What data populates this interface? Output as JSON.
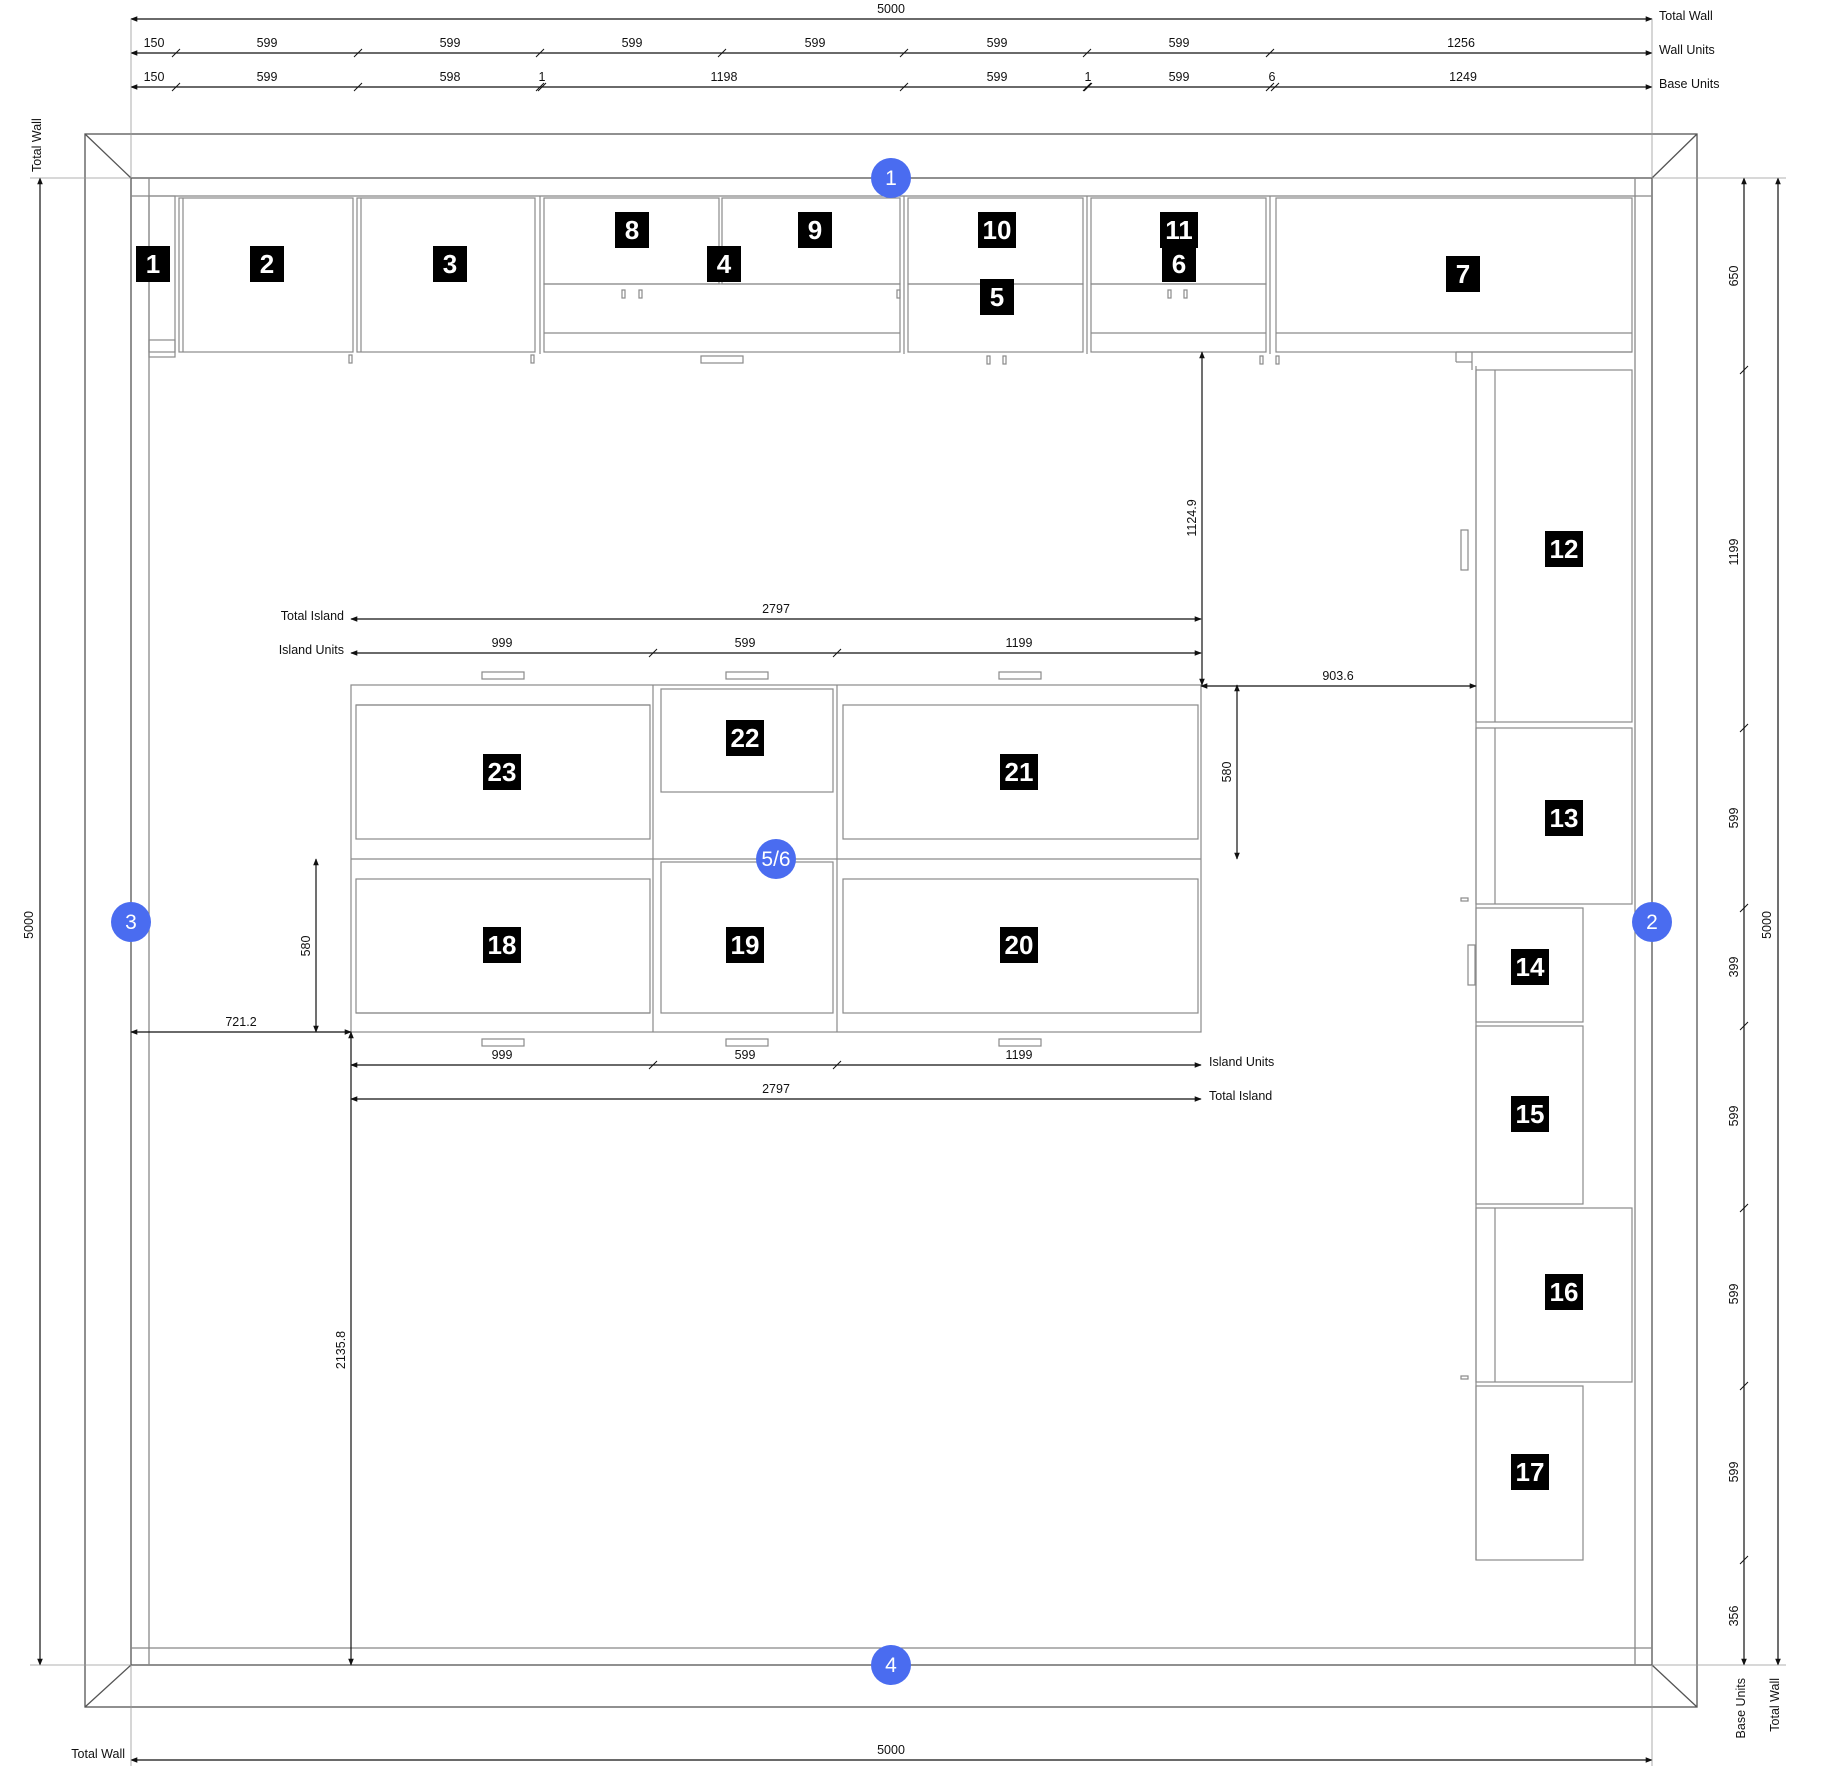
{
  "title": "",
  "dimension_labels": {
    "total_wall": "Total Wall",
    "wall_units": "Wall Units",
    "base_units": "Base Units",
    "total_island": "Total Island",
    "island_units": "Island Units"
  },
  "top": {
    "total_wall": "5000",
    "wall_units": [
      "150",
      "599",
      "599",
      "599",
      "599",
      "599",
      "599",
      "1256"
    ],
    "base_units": [
      "150",
      "599",
      "598",
      "1",
      "1198",
      "599",
      "1",
      "599",
      "6",
      "1249"
    ]
  },
  "bottom": {
    "total_wall": "5000"
  },
  "left": {
    "total_wall": "5000"
  },
  "right": {
    "total_wall": "5000",
    "base_units": [
      "650",
      "1199",
      "599",
      "399",
      "599",
      "599",
      "599",
      "356"
    ]
  },
  "island": {
    "top_total": "2797",
    "top_units": [
      "999",
      "599",
      "1199"
    ],
    "bottom_units": [
      "999",
      "599",
      "1199"
    ],
    "bottom_total": "2797",
    "depth_right": "580",
    "depth_left": "580",
    "gap_to_right_run": "903.6",
    "gap_to_left_wall": "721.2",
    "gap_to_top_run": "1124.9",
    "gap_to_bottom_wall": "2135.8"
  },
  "walls": [
    "1",
    "2",
    "3",
    "4",
    "5/6"
  ],
  "units": [
    "1",
    "2",
    "3",
    "4",
    "5",
    "6",
    "7",
    "8",
    "9",
    "10",
    "11",
    "12",
    "13",
    "14",
    "15",
    "16",
    "17",
    "18",
    "19",
    "20",
    "21",
    "22",
    "23"
  ],
  "colors": {
    "badge": "#000000",
    "wall_marker": "#4a6cf0",
    "line": "#222222",
    "cabinet_line": "#8a8a8a"
  }
}
